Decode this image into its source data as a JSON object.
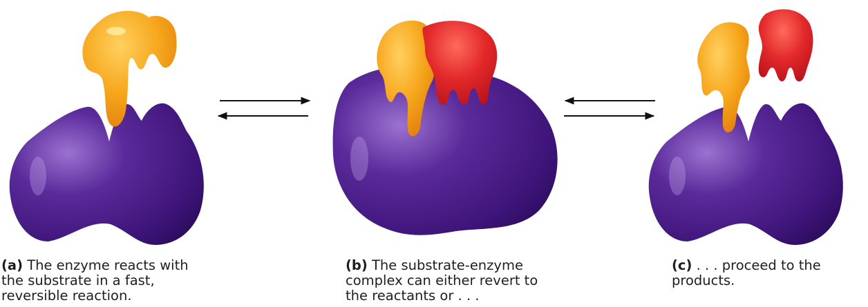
{
  "panels": [
    {
      "tag": "(a)",
      "text": "The enzyme reacts with the substrate in a fast, reversible reaction."
    },
    {
      "tag": "(b)",
      "text": "The substrate-enzyme complex can either revert to the reactants or . . ."
    },
    {
      "tag": "(c)",
      "text": ". . . proceed to the products."
    }
  ],
  "colors": {
    "enzyme": "#4a1f86",
    "substrate_orange": "#f5a21c",
    "product_red": "#e0282b"
  }
}
